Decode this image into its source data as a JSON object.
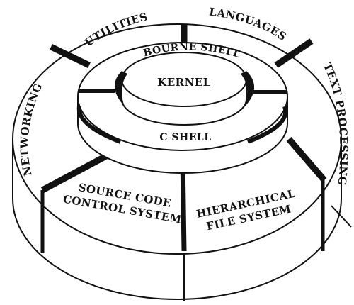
{
  "diagram": {
    "center": {
      "label": "KERNEL"
    },
    "shells": {
      "outer": "BOURNE SHELL",
      "inner": "C SHELL"
    },
    "segments": {
      "utilities": "UTILITIES",
      "languages": "LANGUAGES",
      "text_processing": "TEXT PROCESSING",
      "hierarchical_fs": [
        "HIERARCHICAL",
        "FILE SYSTEM"
      ],
      "source_code": [
        "SOURCE CODE",
        "CONTROL SYSTEM"
      ],
      "networking": "NETWORKING"
    }
  },
  "colors": {
    "ink": "#111111",
    "paper": "#ffffff"
  }
}
